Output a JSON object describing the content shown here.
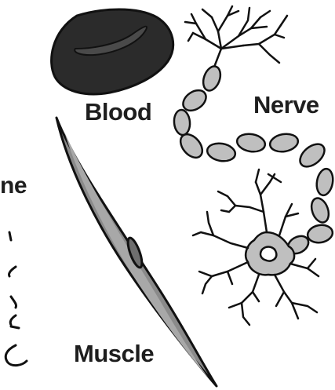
{
  "labels": {
    "blood": "Blood",
    "nerve": "Nerve",
    "bone_partial": "ne",
    "muscle": "Muscle"
  },
  "colors": {
    "outline": "#111111",
    "blood_fill": "#2b2b2b",
    "blood_highlight": "#6e6e6e",
    "nerve_fill": "#bfbfbf",
    "muscle_fill": "#8a8a8a",
    "muscle_inner": "#a8a8a8",
    "text": "#1e1e1e"
  }
}
